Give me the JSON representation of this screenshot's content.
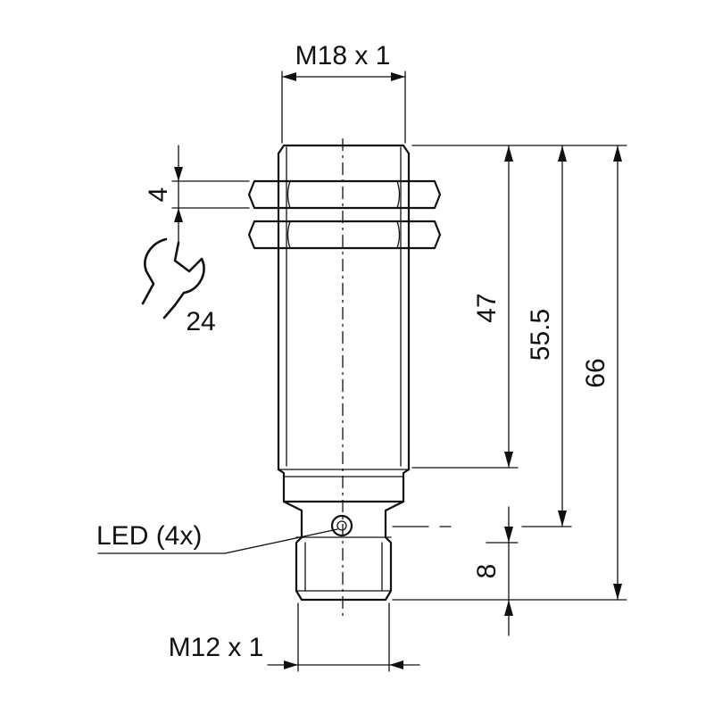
{
  "labels": {
    "thread_top": "M18 x 1",
    "thread_bottom": "M12 x 1",
    "nut_thickness": "4",
    "wrench_size": "24",
    "dim_47": "47",
    "dim_55_5": "55.5",
    "dim_66": "66",
    "dim_8": "8",
    "led": "LED (4x)"
  },
  "icons": {
    "wrench": "wrench-icon"
  }
}
